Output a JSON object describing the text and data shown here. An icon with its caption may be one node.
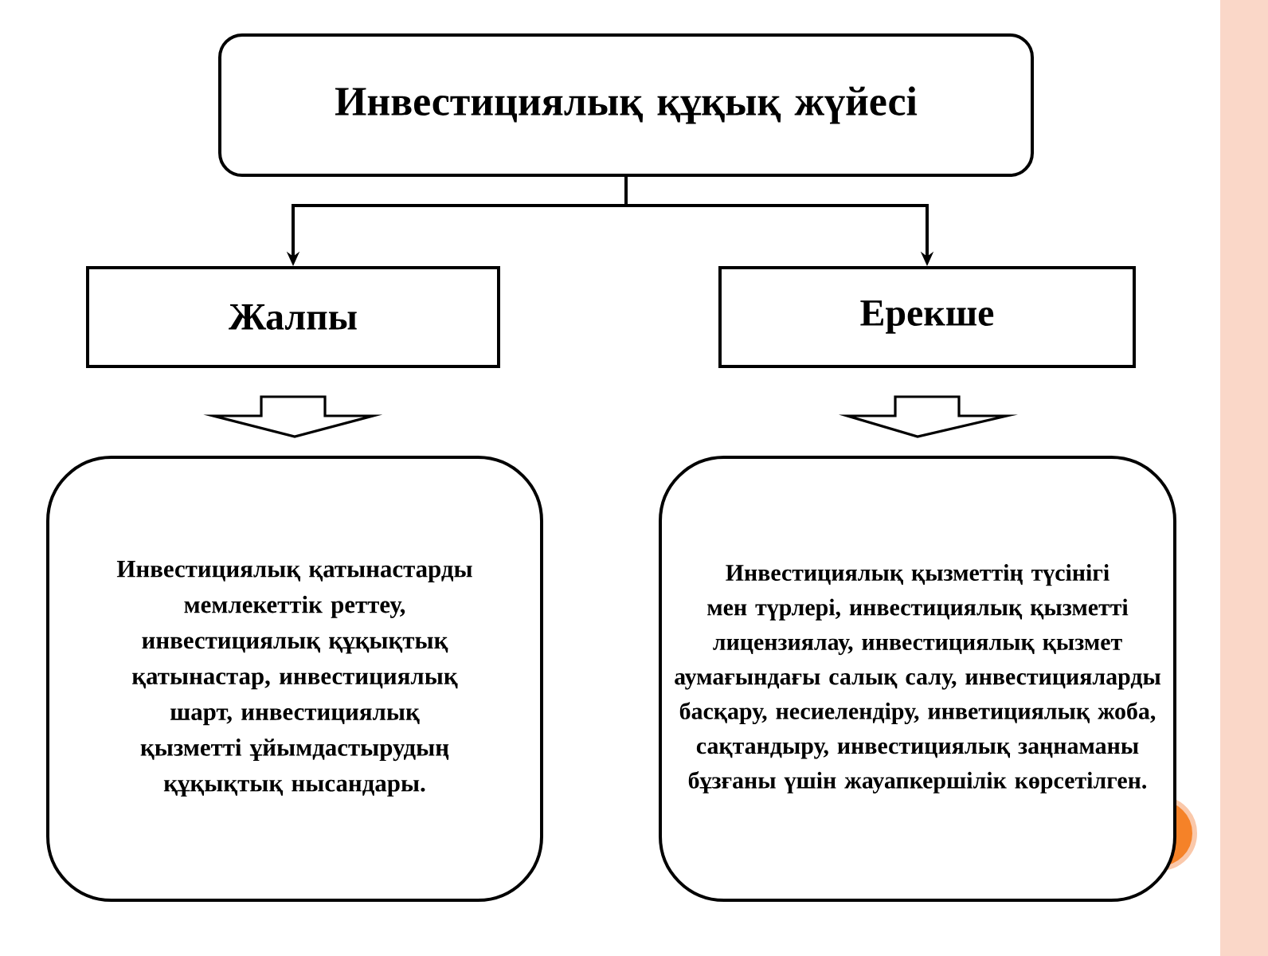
{
  "diagram": {
    "nodes": [
      {
        "text": [
          "Инвестициялық құқық жүйесі"
        ]
      },
      {
        "text": [
          "Жалпы"
        ]
      },
      {
        "text": [
          "Ерекше"
        ]
      },
      {
        "text": [
          "Инвестициялық қатынастарды мемлекеттік реттеу, инвестициялық құқықтық қатынастар, инвестициялық шарт, инвестициялық қызметті ұйымдастырудың құқықтық нысандары."
        ]
      },
      {
        "text": [
          "Инвестициялық қызметтің түсінігі мен түрлері, инвестициялық қызметті лицензиялау, инвестициялық қызмет аумағындағы салық салу, инвестицияларды басқару, несиелендіру, инветициялық жоба, сақтандыру, инвестициялық заңнаманы бұзғаны үшін жауапкершілік көрсетілген."
        ]
      }
    ],
    "edges": [
      {
        "from": 0,
        "to": 1,
        "arrow": "to"
      },
      {
        "from": 0,
        "to": 2,
        "arrow": "to"
      },
      {
        "from": 1,
        "to": 3,
        "arrow": "to"
      },
      {
        "from": 2,
        "to": 4,
        "arrow": "to"
      }
    ]
  }
}
